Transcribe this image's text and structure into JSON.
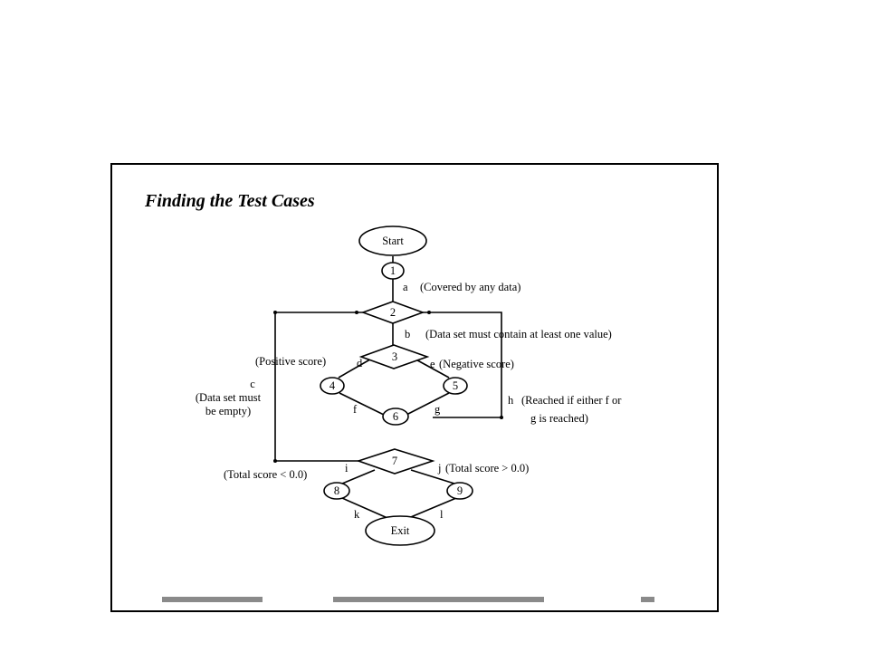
{
  "slide": {
    "title": "Finding the Test Cases"
  },
  "nodes": {
    "start": "Start",
    "n1": "1",
    "n2": "2",
    "n3": "3",
    "n4": "4",
    "n5": "5",
    "n6": "6",
    "n7": "7",
    "n8": "8",
    "n9": "9",
    "exit": "Exit"
  },
  "edge_labels": {
    "a": "a",
    "a_note": "(Covered by any data)",
    "b": "b",
    "b_note": "(Data set must contain at least one value)",
    "c": "c",
    "c_note_1": "(Data set must",
    "c_note_2": "be empty)",
    "d": "d",
    "d_note": "(Positive score)",
    "e": "e",
    "e_note": "(Negative score)",
    "f": "f",
    "g": "g",
    "h": "h",
    "h_note_1": "(Reached if either f or",
    "h_note_2": "g is reached)",
    "i": "i",
    "i_note": "(Total score < 0.0)",
    "j": "j",
    "j_note": "(Total score > 0.0)",
    "k": "k",
    "l": "l"
  }
}
